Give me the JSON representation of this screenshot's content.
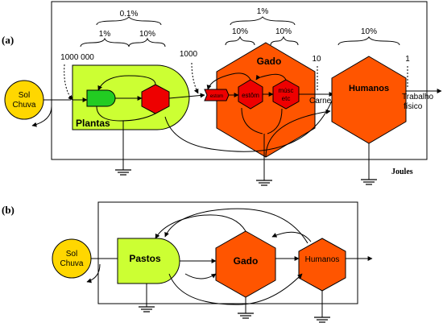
{
  "colors": {
    "plant_green": "#ccff33",
    "source_yellow": "#ffd700",
    "consumer_orange": "#ff5500",
    "storage_red": "#ee0000",
    "node_green": "#22cc22",
    "line": "#000000"
  },
  "panel_a": {
    "label": "(a)",
    "source_line1": "Sol",
    "source_line2": "Chuva",
    "plants_label": "Plantas",
    "gado_label": "Gado",
    "humanos_label": "Humanos",
    "pct_total_plants": "0.1%",
    "pct_plants_1": "1%",
    "pct_plants_2": "10%",
    "pct_total_gado": "1%",
    "pct_gado_1": "10%",
    "pct_gado_2": "10%",
    "pct_humanos": "10%",
    "energy_plants": "1000 000",
    "energy_gado": "1000",
    "energy_carne": "10",
    "energy_trabalho": "1",
    "estom_small_label": "estom",
    "estom_label": "estôm",
    "musc_line1": "músc",
    "musc_line2": "etc",
    "carne_label": "Carne",
    "trabalho_line1": "Trabalho",
    "trabalho_line2": "físico",
    "units_label": "Joules"
  },
  "panel_b": {
    "label": "(b)",
    "source_line1": "Sol",
    "source_line2": "Chuva",
    "pastos_label": "Pastos",
    "gado_label": "Gado",
    "humanos_label": "Humanos"
  }
}
